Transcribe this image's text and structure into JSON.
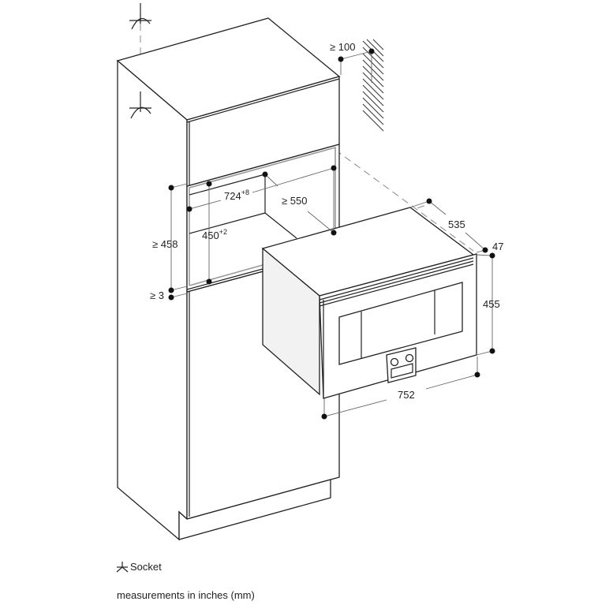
{
  "dimensions": {
    "top_clearance": "≥ 100",
    "niche_width": "724",
    "niche_width_tol": "+8",
    "niche_depth": "≥ 550",
    "niche_height": "450",
    "niche_height_tol": "+2",
    "outer_height": "≥ 458",
    "gap": "≥ 3",
    "appliance_depth": "535",
    "front_depth": "47",
    "appliance_height": "455",
    "appliance_width": "752"
  },
  "legend": {
    "socket_label": "Socket",
    "units_note": "measurements in inches (mm)"
  },
  "icons": {
    "socket": "socket-symbol-icon"
  }
}
